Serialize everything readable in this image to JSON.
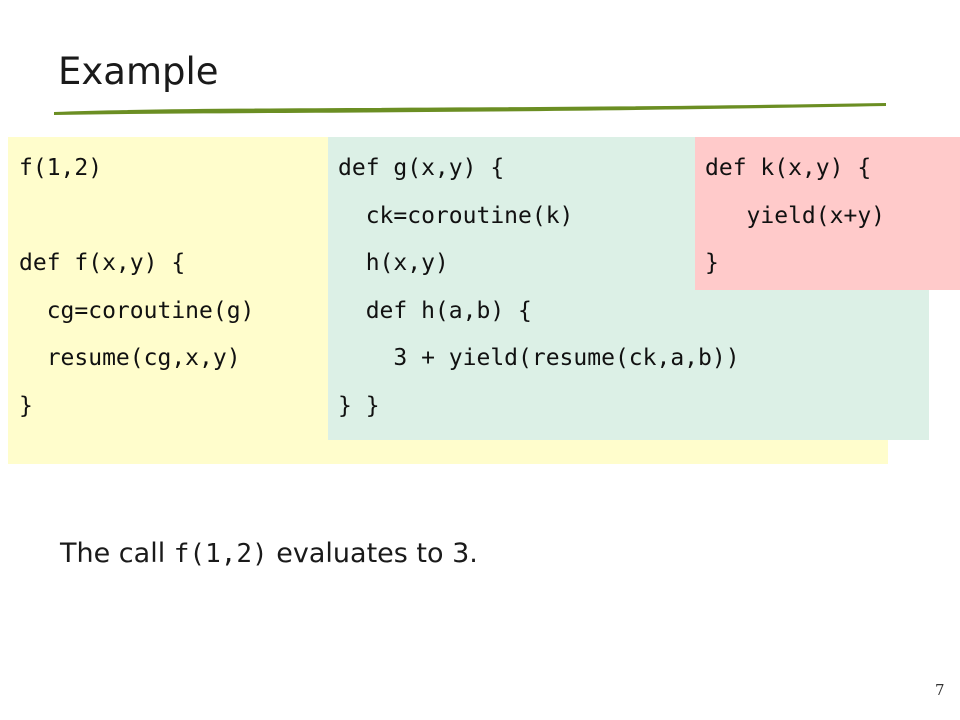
{
  "slide": {
    "title": "Example",
    "page_number": "7"
  },
  "code_f": {
    "lines": [
      "f(1,2)",
      "",
      "def f(x,y) {",
      "  cg=coroutine(g)",
      "  resume(cg,x,y)",
      "}"
    ]
  },
  "code_g": {
    "lines": [
      "def g(x,y) {",
      "  ck=coroutine(k)",
      "  h(x,y)",
      "  def h(a,b) {",
      "    3 + yield(resume(ck,a,b))",
      "} }"
    ]
  },
  "code_k": {
    "lines": [
      "def k(x,y) {",
      "   yield(x+y)",
      "}"
    ]
  },
  "caption": {
    "prefix": "The call ",
    "code": "f(1,2)",
    "suffix": " evaluates to 3."
  },
  "colors": {
    "box_f": "#fffdcc",
    "box_g": "#dcf0e6",
    "box_k": "#ffcaca",
    "underline": "#6b8e23"
  }
}
